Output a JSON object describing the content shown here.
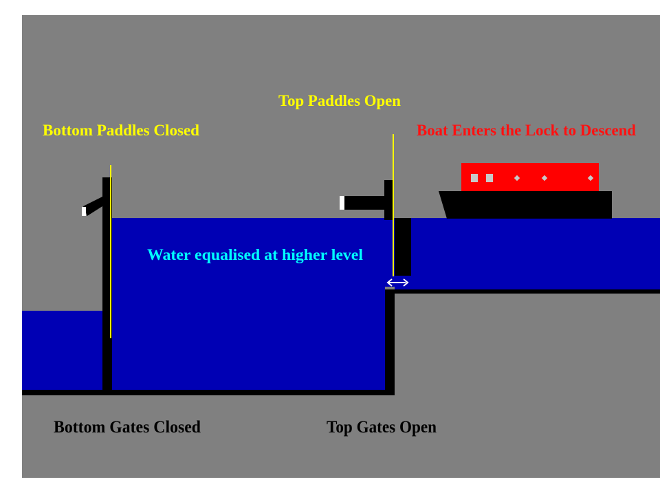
{
  "labels": {
    "bottom_paddles": "Bottom Paddles Closed",
    "top_paddles": "Top Paddles Open",
    "boat": "Boat Enters the Lock to Descend",
    "water": "Water equalised at higher level",
    "bottom_gates": "Bottom Gates Closed",
    "top_gates": "Top Gates Open"
  },
  "colors": {
    "background": "#808080",
    "water": "#0000b4",
    "structure": "#000000",
    "paddle_label": "#ffff00",
    "boat_label": "#ff1010",
    "water_label": "#00ffff",
    "gate_label": "#000000",
    "boat_cabin": "#ff0000",
    "boat_hull": "#000000"
  },
  "icons": {
    "gate_opening_arrow": "double-arrow-icon"
  }
}
